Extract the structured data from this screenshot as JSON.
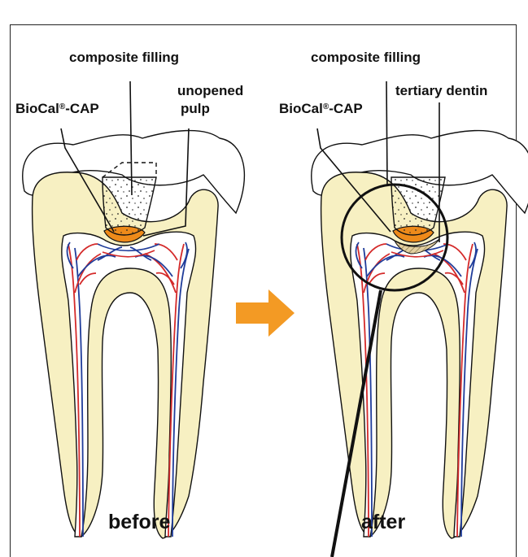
{
  "colors": {
    "enamel": "#ffffff",
    "dentin": "#f7f0c2",
    "pulp": "#ffffff",
    "biocal_cap": "#ee8a1a",
    "artery": "#d42a2a",
    "vein": "#1f3c9a",
    "arrow": "#f39a24",
    "tertiary_dentin": "#e2cfa0",
    "outline": "#111111"
  },
  "labels": {
    "before": {
      "composite_filling": "composite filling",
      "biocal_cap_main": "BioCal",
      "biocal_cap_sup": "®",
      "biocal_cap_rest": "-CAP",
      "unopened_pulp_line1": "unopened",
      "unopened_pulp_line2": "pulp",
      "caption": "before"
    },
    "after": {
      "composite_filling": "composite filling",
      "biocal_cap_main": "BioCal",
      "biocal_cap_sup": "®",
      "biocal_cap_rest": "-CAP",
      "tertiary_dentin": "tertiary dentin",
      "caption": "after"
    }
  },
  "icons": {
    "transition_arrow": "right-arrow-icon",
    "magnifier": "zoom-circle-icon"
  }
}
